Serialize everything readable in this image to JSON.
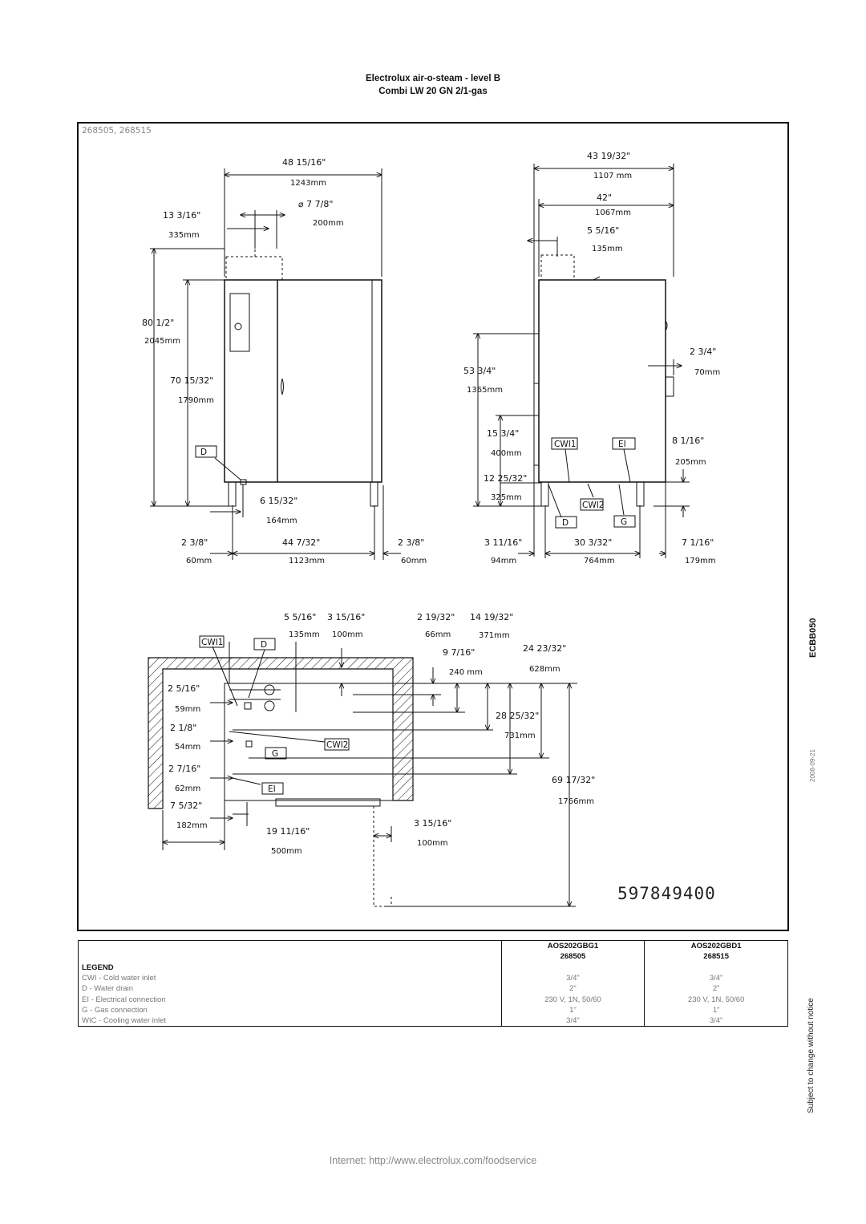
{
  "header": {
    "line1": "Electrolux air-o-steam - level B",
    "line2": "Combi LW 20 GN 2/1-gas"
  },
  "drawing": {
    "models_label": "268505, 268515",
    "code": "ECBB050",
    "date": "2008-09-21",
    "number": "597849400",
    "front": {
      "width_in": "48 15/16\"",
      "width_mm": "1243mm",
      "flue_in": "⌀ 7 7/8\"",
      "flue_mm": "200mm",
      "offset_in": "13 3/16\"",
      "offset_mm": "335mm",
      "h_total_in": "80 1/2\"",
      "h_total_mm": "2045mm",
      "h_body_in": "70 15/32\"",
      "h_body_mm": "1790mm",
      "drain_in": "6 15/32\"",
      "drain_mm": "164mm",
      "foot_l_in": "2 3/8\"",
      "foot_l_mm": "60mm",
      "feet_in": "44 7/32\"",
      "feet_mm": "1123mm",
      "foot_r_in": "2 3/8\"",
      "foot_r_mm": "60mm"
    },
    "side": {
      "depth_in": "43 19/32\"",
      "depth_mm": "1107 mm",
      "body_in": "42\"",
      "body_mm": "1067mm",
      "flue_in": "5 5/16\"",
      "flue_mm": "135mm",
      "h1_in": "53 3/4\"",
      "h1_mm": "1365mm",
      "h2_in": "15 3/4\"",
      "h2_mm": "400mm",
      "h3_in": "12 25/32\"",
      "h3_mm": "325mm",
      "handle_in": "2 3/4\"",
      "handle_mm": "70mm",
      "el_in": "8 1/16\"",
      "el_mm": "205mm",
      "b1_in": "3 11/16\"",
      "b1_mm": "94mm",
      "b2_in": "30 3/32\"",
      "b2_mm": "764mm",
      "b3_in": "7 1/16\"",
      "b3_mm": "179mm"
    },
    "top": {
      "t1_in": "5 5/16\"",
      "t1_mm": "135mm",
      "t2_in": "3 15/16\"",
      "t2_mm": "100mm",
      "t3_in": "2 19/32\"",
      "t3_mm": "66mm",
      "t4_in": "14 19/32\"",
      "t4_mm": "371mm",
      "t5_in": "9 7/16\"",
      "t5_mm": "240 mm",
      "t6_in": "24 23/32\"",
      "t6_mm": "628mm",
      "t7_in": "28 25/32\"",
      "t7_mm": "731mm",
      "t8_in": "69 17/32\"",
      "t8_mm": "1766mm",
      "l1_in": "2 5/16\"",
      "l1_mm": "59mm",
      "l2_in": "2 1/8\"",
      "l2_mm": "54mm",
      "l3_in": "2 7/16\"",
      "l3_mm": "62mm",
      "l4_in": "7 5/32\"",
      "l4_mm": "182mm",
      "b1_in": "19 11/16\"",
      "b1_mm": "500mm",
      "b2_in": "3 15/16\"",
      "b2_mm": "100mm"
    },
    "tags": {
      "cwi1": "CWI1",
      "cwi2": "CWI2",
      "d": "D",
      "ei": "EI",
      "g": "G"
    }
  },
  "legend": {
    "col_a": {
      "model": "AOS202GBG1",
      "code": "268505"
    },
    "col_b": {
      "model": "AOS202GBD1",
      "code": "268515"
    },
    "title": "LEGEND",
    "rows": [
      {
        "label": "CWI - Cold water inlet",
        "a": "3/4\"",
        "b": "3/4\""
      },
      {
        "label": "D - Water drain",
        "a": "2\"",
        "b": "2\""
      },
      {
        "label": "EI - Electrical connection",
        "a": "230 V, 1N, 50/60",
        "b": "230 V, 1N, 50/60"
      },
      {
        "label": "G - Gas connection",
        "a": "1\"",
        "b": "1\""
      },
      {
        "label": "WIC - Cooling water inlet",
        "a": "3/4\"",
        "b": "3/4\""
      }
    ]
  },
  "side_note": "Subject to change without notice",
  "footer": "Internet: http://www.electrolux.com/foodservice"
}
